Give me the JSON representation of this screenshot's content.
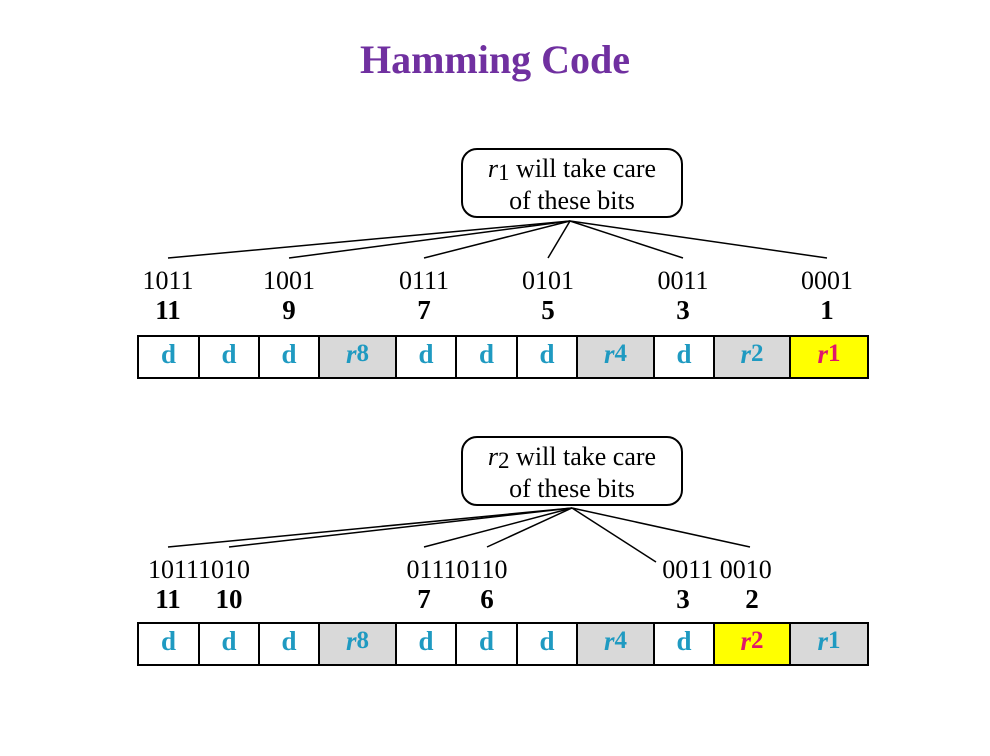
{
  "title": "Hamming Code",
  "callouts": [
    {
      "r": "r",
      "sub": "1",
      "line1": "will take care",
      "line2": "of these bits"
    },
    {
      "r": "r",
      "sub": "2",
      "line1": "will take care",
      "line2": "of these bits"
    }
  ],
  "diagram1": {
    "binary": [
      "1011",
      "1001",
      "0111",
      "0101",
      "0011",
      "0001"
    ],
    "positions": [
      "11",
      "9",
      "7",
      "5",
      "3",
      "1"
    ]
  },
  "diagram2": {
    "binary": [
      "10111010",
      "01110110",
      "0011 0010"
    ],
    "positions": [
      "11",
      "10",
      "7",
      "6",
      "3",
      "2"
    ]
  },
  "cells": [
    {
      "text": "d"
    },
    {
      "text": "d"
    },
    {
      "text": "d"
    },
    {
      "r": "r",
      "n": "8"
    },
    {
      "text": "d"
    },
    {
      "text": "d"
    },
    {
      "text": "d"
    },
    {
      "r": "r",
      "n": "4"
    },
    {
      "text": "d"
    },
    {
      "r": "r",
      "n": "2"
    },
    {
      "r": "r",
      "n": "1"
    }
  ],
  "colors": {
    "title": "#7030a0",
    "cell_text": "#1f9ac1",
    "highlight_bg": "#ffff00",
    "highlight_text": "#e0156b",
    "parity_bg": "#d9d9d9"
  }
}
